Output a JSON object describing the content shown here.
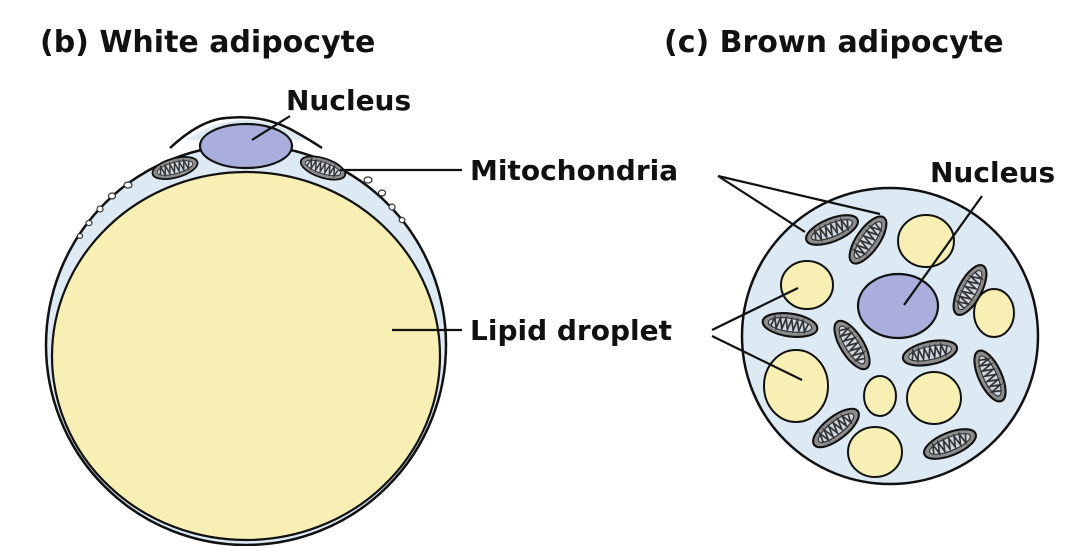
{
  "white_panel": {
    "title": "(b) White adipocyte",
    "label_nucleus": "Nucleus",
    "label_lipid": "Lipid droplet"
  },
  "shared": {
    "label_mitochondria": "Mitochondria"
  },
  "brown_panel": {
    "title": "(c) Brown adipocyte",
    "label_nucleus": "Nucleus"
  },
  "colors": {
    "cytoplasm": "#dde9f3",
    "lipid": "#f8efb4",
    "nucleus": "#aaaedc",
    "mitochondrion": "#8a8a8a",
    "outline": "#111111"
  }
}
